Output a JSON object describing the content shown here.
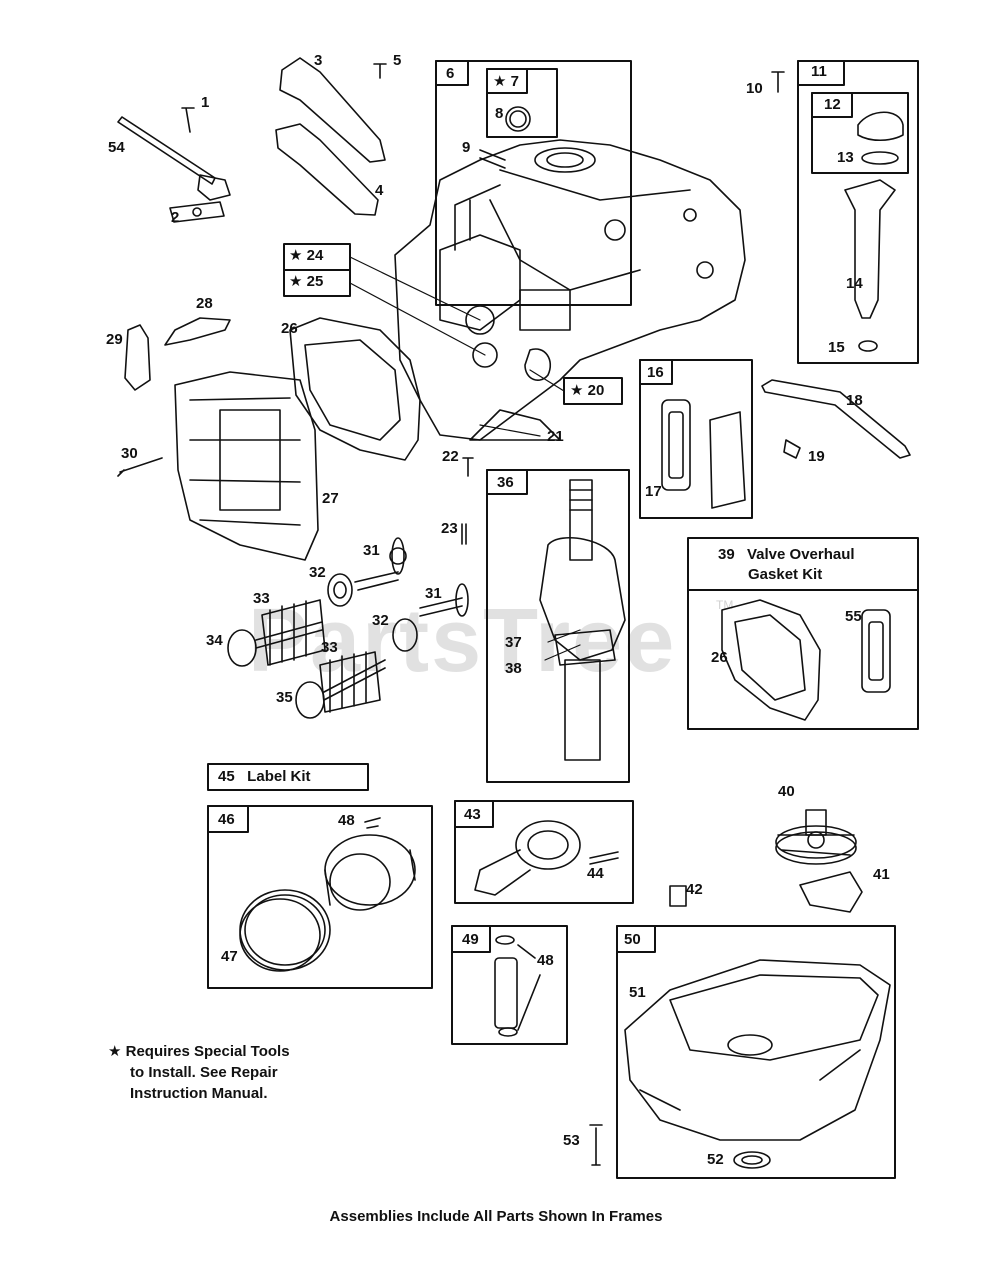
{
  "watermark": "PartsTree",
  "trademark": "TM",
  "callouts": [
    {
      "id": "c1",
      "text": "1"
    },
    {
      "id": "c2",
      "text": "2"
    },
    {
      "id": "c3",
      "text": "3"
    },
    {
      "id": "c4",
      "text": "4"
    },
    {
      "id": "c5",
      "text": "5"
    },
    {
      "id": "c6",
      "text": "6"
    },
    {
      "id": "c7",
      "text": "★ 7"
    },
    {
      "id": "c8",
      "text": "8"
    },
    {
      "id": "c9",
      "text": "9"
    },
    {
      "id": "c10",
      "text": "10"
    },
    {
      "id": "c11",
      "text": "11"
    },
    {
      "id": "c12",
      "text": "12"
    },
    {
      "id": "c13",
      "text": "13"
    },
    {
      "id": "c14",
      "text": "14"
    },
    {
      "id": "c15",
      "text": "15"
    },
    {
      "id": "c16",
      "text": "16"
    },
    {
      "id": "c17",
      "text": "17"
    },
    {
      "id": "c18",
      "text": "18"
    },
    {
      "id": "c19",
      "text": "19"
    },
    {
      "id": "c20",
      "text": "★ 20"
    },
    {
      "id": "c21",
      "text": "21"
    },
    {
      "id": "c22",
      "text": "22"
    },
    {
      "id": "c23",
      "text": "23"
    },
    {
      "id": "c24",
      "text": "★ 24"
    },
    {
      "id": "c25",
      "text": "★ 25"
    },
    {
      "id": "c26a",
      "text": "26"
    },
    {
      "id": "c26b",
      "text": "26"
    },
    {
      "id": "c27",
      "text": "27"
    },
    {
      "id": "c28",
      "text": "28"
    },
    {
      "id": "c29",
      "text": "29"
    },
    {
      "id": "c30",
      "text": "30"
    },
    {
      "id": "c31a",
      "text": "31"
    },
    {
      "id": "c31b",
      "text": "31"
    },
    {
      "id": "c32a",
      "text": "32"
    },
    {
      "id": "c32b",
      "text": "32"
    },
    {
      "id": "c33a",
      "text": "33"
    },
    {
      "id": "c33b",
      "text": "33"
    },
    {
      "id": "c34",
      "text": "34"
    },
    {
      "id": "c35",
      "text": "35"
    },
    {
      "id": "c36",
      "text": "36"
    },
    {
      "id": "c37",
      "text": "37"
    },
    {
      "id": "c38",
      "text": "38"
    },
    {
      "id": "c40",
      "text": "40"
    },
    {
      "id": "c41",
      "text": "41"
    },
    {
      "id": "c42",
      "text": "42"
    },
    {
      "id": "c43",
      "text": "43"
    },
    {
      "id": "c44",
      "text": "44"
    },
    {
      "id": "c46",
      "text": "46"
    },
    {
      "id": "c47",
      "text": "47"
    },
    {
      "id": "c48a",
      "text": "48"
    },
    {
      "id": "c48b",
      "text": "48"
    },
    {
      "id": "c49",
      "text": "49"
    },
    {
      "id": "c50",
      "text": "50"
    },
    {
      "id": "c51",
      "text": "51"
    },
    {
      "id": "c52",
      "text": "52"
    },
    {
      "id": "c53",
      "text": "53"
    },
    {
      "id": "c54",
      "text": "54"
    },
    {
      "id": "c55",
      "text": "55"
    }
  ],
  "kits": {
    "valve_gasket_num": "39",
    "valve_gasket_line1": "Valve Overhaul",
    "valve_gasket_line2": "Gasket Kit",
    "label_kit": "45   Label Kit"
  },
  "note": {
    "line1": "★ Requires Special Tools",
    "line2": "to Install. See Repair",
    "line3": "Instruction Manual."
  },
  "footer": "Assemblies Include All Parts Shown In Frames"
}
